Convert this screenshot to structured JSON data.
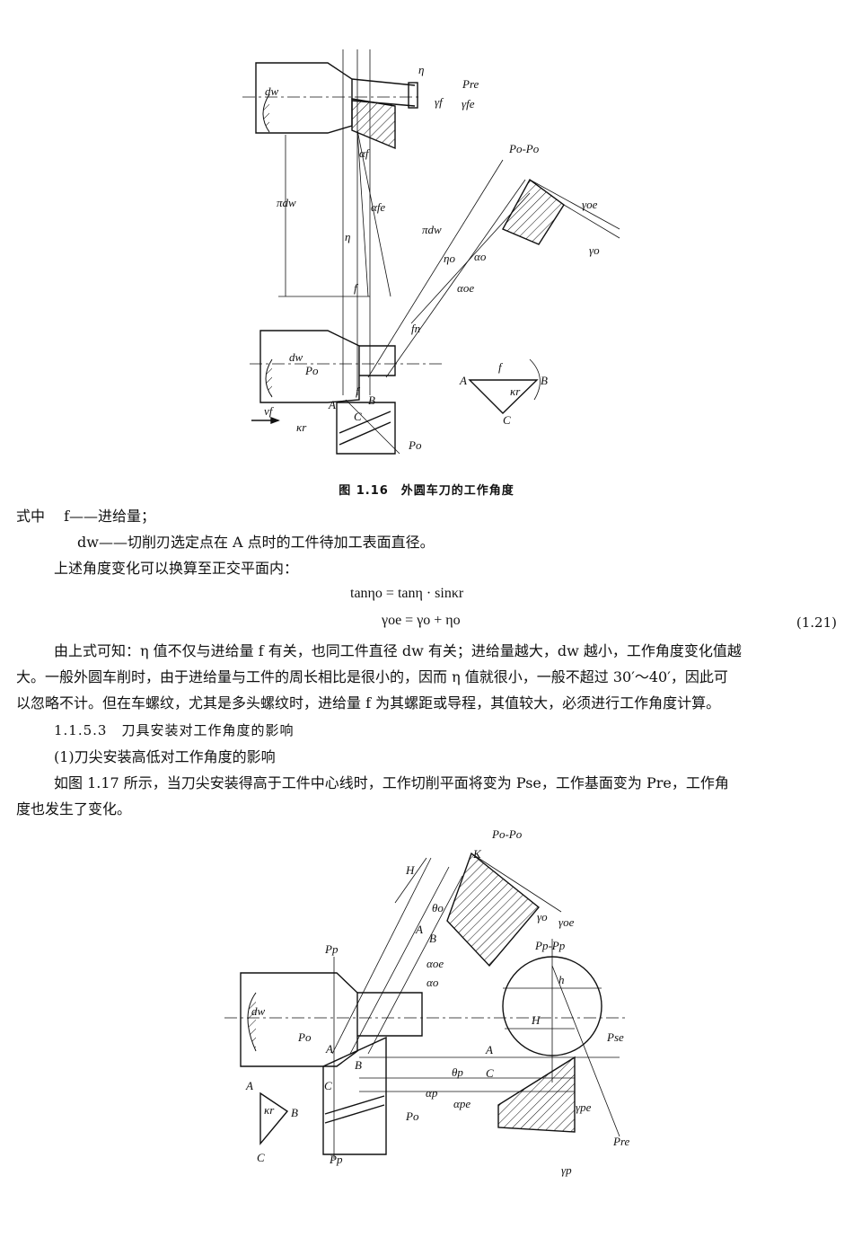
{
  "figure_116": {
    "caption": "图 1.16　外圆车刀的工作角度",
    "labels": {
      "dw": "dw",
      "eta": "η",
      "pre": "Pre",
      "gamma_f": "γf",
      "gamma_fe": "γfe",
      "alpha_f": "αf",
      "alpha_fe": "αfe",
      "pi_dw": "πdw",
      "pi_dw2": "πdw",
      "po_po": "Po-Po",
      "gamma_oe": "γoe",
      "gamma_o": "γo",
      "eta_o": "ηo",
      "alpha_o": "αo",
      "alpha_oe": "αoe",
      "f": "f",
      "fn": "fn",
      "po": "Po",
      "A": "A",
      "B": "B",
      "C": "C",
      "kappa_r": "κr",
      "vf": "vf",
      "dw2": "dw",
      "f2": "f",
      "po2": "Po",
      "A2": "A",
      "B2": "B",
      "C2": "C",
      "kappa2": "κr"
    }
  },
  "text": {
    "where_label": "式中",
    "where_f": "f——进给量；",
    "where_dw": "dw——切削刃选定点在 A 点时的工件待加工表面直径。",
    "convert": "上述角度变化可以换算至正交平面内：",
    "eq1": "tanηo = tanη · sinκr",
    "eq2": "γoe = γo + ηo",
    "eq_no": "(1.21)",
    "para1_l1": "由上式可知：η 值不仅与进给量 f 有关，也同工件直径 dw 有关；进给量越大，dw 越小，工作角度变化值越",
    "para1_l2": "大。一般外圆车削时，由于进给量与工件的周长相比是很小的，因而 η 值就很小，一般不超过 30′～40′，因此可",
    "para1_l3": "以忽略不计。但在车螺纹，尤其是多头螺纹时，进给量 f 为其螺距或导程，其值较大，必须进行工作角度计算。",
    "section": "1.1.5.3　刀具安装对工作角度的影响",
    "subsection": "(1)刀尖安装高低对工作角度的影响",
    "para2_l1": "如图 1.17 所示，当刀尖安装得高于工件中心线时，工作切削平面将变为 Pse，工作基面变为 Pre，工作角",
    "para2_l2": "度也发生了变化。"
  },
  "figure_117": {
    "labels": {
      "po_po": "Po-Po",
      "K": "K",
      "H": "H",
      "theta_o": "θo",
      "gamma_o": "γo",
      "gamma_oe": "γoe",
      "A": "A",
      "B": "B",
      "alpha_oe": "αoe",
      "alpha_o": "αo",
      "pp": "Pp",
      "pp_pp": "Pp-Pp",
      "h": "h",
      "H2": "H",
      "dw": "dw",
      "po": "Po",
      "A2": "A",
      "B2": "B",
      "C": "C",
      "A3": "A",
      "C3": "C",
      "pse": "Pse",
      "theta_p": "θp",
      "alpha_p": "αp",
      "alpha_pe": "αpe",
      "gamma_pe": "γpe",
      "pre": "Pre",
      "gamma_p": "γp",
      "pp2": "Pp",
      "po2": "Po",
      "tA": "A",
      "tB": "B",
      "tC": "C",
      "tk": "κr"
    }
  }
}
